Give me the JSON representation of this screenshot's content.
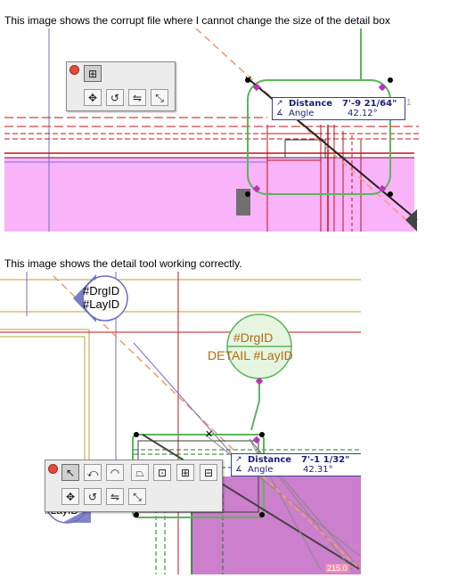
{
  "captions": {
    "top": "This image shows the corrupt file where I cannot change the size of the detail box",
    "bottom": "This image shows the detail tool working correctly."
  },
  "colors": {
    "magenta_fill": "#f9b3f9",
    "magenta_fill_2": "#cc7fcc",
    "green_outline": "#5bb55b",
    "detail_text": "#b06a14",
    "red_line": "#c0141e",
    "tracker_text": "#1d1d7a"
  },
  "top_view": {
    "tracker": {
      "distance_label": "Distance",
      "distance_value": "7'-9 21/64\"",
      "angle_label": "Angle",
      "angle_value": "42.12°",
      "overflow_glyph": "1"
    },
    "palette": {
      "row1_icons": [
        "select-icon"
      ],
      "row2_icons": [
        "move-icon",
        "rotate-icon",
        "mirror-icon",
        "resize-icon"
      ]
    }
  },
  "bottom_view": {
    "drawing_ids": {
      "drg": "#DrgID",
      "lay": "#LayID"
    },
    "detail_marker": {
      "drg": "#DrgID",
      "label": "DETAIL #LayID"
    },
    "partial_label": "#LayID",
    "tracker": {
      "distance_label": "Distance",
      "distance_value": "7'-1 1/32\"",
      "angle_label": "Angle",
      "angle_value": "42.31°"
    },
    "palette": {
      "row1_icons": [
        "arrow-select-icon",
        "rotate-select-icon",
        "arc-icon",
        "poly-icon",
        "poly-add-icon",
        "poly-plus-icon",
        "poly-minus-icon"
      ],
      "row2_icons": [
        "move-icon",
        "rotate-icon",
        "mirror-icon",
        "resize-icon"
      ]
    },
    "pink_tag": "215.0"
  }
}
